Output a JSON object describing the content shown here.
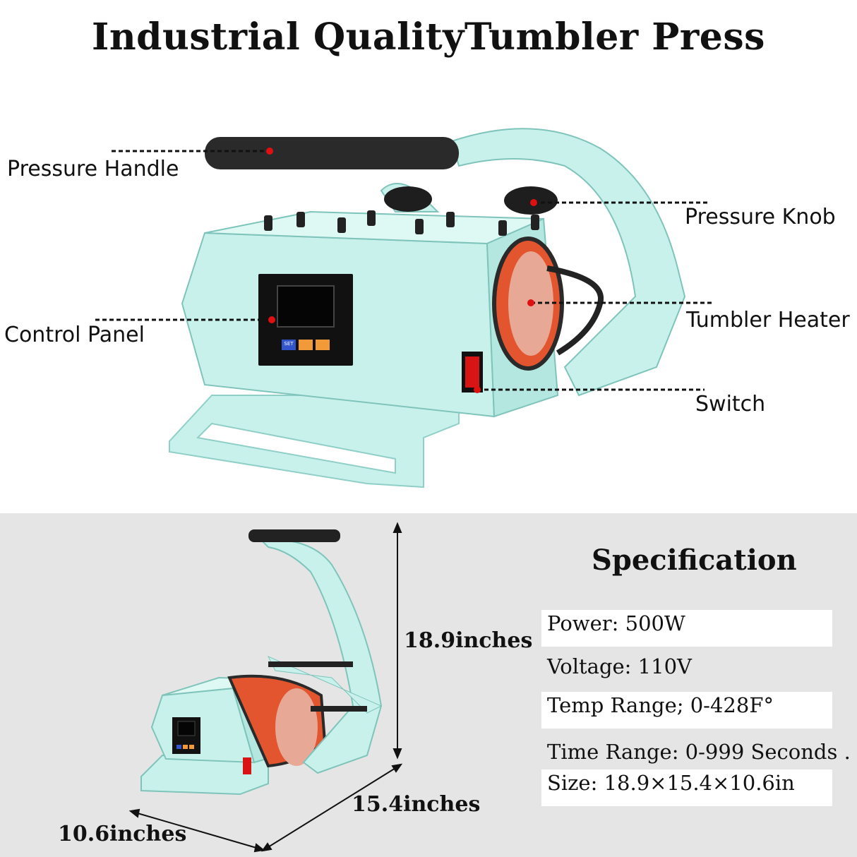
{
  "title": "Industrial QualityTumbler Press",
  "callouts": {
    "pressure_handle": "Pressure Handle",
    "pressure_knob": "Pressure Knob",
    "control_panel": "Control Panel",
    "tumbler_heater": "Tumbler Heater",
    "switch": "Switch"
  },
  "control_buttons": {
    "set": "SET"
  },
  "dimensions": {
    "height": "18.9inches",
    "width": "15.4inches",
    "depth": "10.6inches"
  },
  "specification": {
    "title": "Specification",
    "rows": [
      "Power: 500W",
      "Voltage: 110V",
      "Temp Range; 0-428F°",
      "Time Range: 0-999 Seconds .",
      "Size: 18.9×15.4×10.6in"
    ]
  },
  "colors": {
    "machine_body": "#c9f1ec",
    "heater_pad": "#e2552f",
    "callout_dot": "#e01010"
  }
}
